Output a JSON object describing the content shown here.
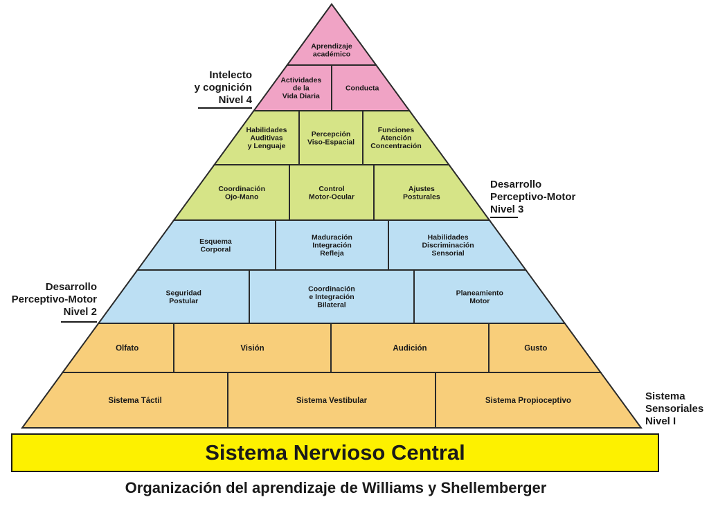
{
  "levels": {
    "level4": {
      "label": "Intelecto\ny cognición\nNivel 4",
      "color": "#f0a3c5",
      "cells": [
        {
          "lines": [
            "Aprendizaje",
            "académico"
          ]
        },
        {
          "lines": [
            "Actividades",
            "de la",
            "Vida Diaria"
          ]
        },
        {
          "lines": [
            "Conducta"
          ]
        }
      ]
    },
    "level3": {
      "label": "Desarrollo\nPerceptivo-Motor\nNivel 3",
      "color": "#d6e487",
      "cells": [
        {
          "lines": [
            "Habilidades",
            "Auditivas",
            "y Lenguaje"
          ]
        },
        {
          "lines": [
            "Percepción",
            "Viso-Espacial"
          ]
        },
        {
          "lines": [
            "Funciones",
            "Atención",
            "Concentración"
          ]
        },
        {
          "lines": [
            "Coordinación",
            "Ojo-Mano"
          ]
        },
        {
          "lines": [
            "Control",
            "Motor-Ocular"
          ]
        },
        {
          "lines": [
            "Ajustes",
            "Posturales"
          ]
        }
      ]
    },
    "level2": {
      "label": "Desarrollo\nPerceptivo-Motor\nNivel 2",
      "color": "#bcdff3",
      "cells": [
        {
          "lines": [
            "Esquema",
            "Corporal"
          ]
        },
        {
          "lines": [
            "Maduración",
            "Integración",
            "Refleja"
          ]
        },
        {
          "lines": [
            "Habilidades",
            "Discriminación",
            "Sensorial"
          ]
        },
        {
          "lines": [
            "Seguridad",
            "Postular"
          ]
        },
        {
          "lines": [
            "Coordinación",
            "e Integración",
            "Bilateral"
          ]
        },
        {
          "lines": [
            "Planeamiento",
            "Motor"
          ]
        }
      ]
    },
    "level1": {
      "label": "Sistema\nSensoriales\nNivel I",
      "color": "#f8ce7a",
      "cells": [
        {
          "lines": [
            "Olfato"
          ]
        },
        {
          "lines": [
            "Visión"
          ]
        },
        {
          "lines": [
            "Audición"
          ]
        },
        {
          "lines": [
            "Gusto"
          ]
        },
        {
          "lines": [
            "Sistema Táctil"
          ]
        },
        {
          "lines": [
            "Sistema Vestibular"
          ]
        },
        {
          "lines": [
            "Sistema Propioceptivo"
          ]
        }
      ]
    }
  },
  "base": {
    "text": "Sistema Nervioso Central",
    "color": "#fdf100"
  },
  "caption": "Organización del aprendizaje de Williams y Shellemberger"
}
